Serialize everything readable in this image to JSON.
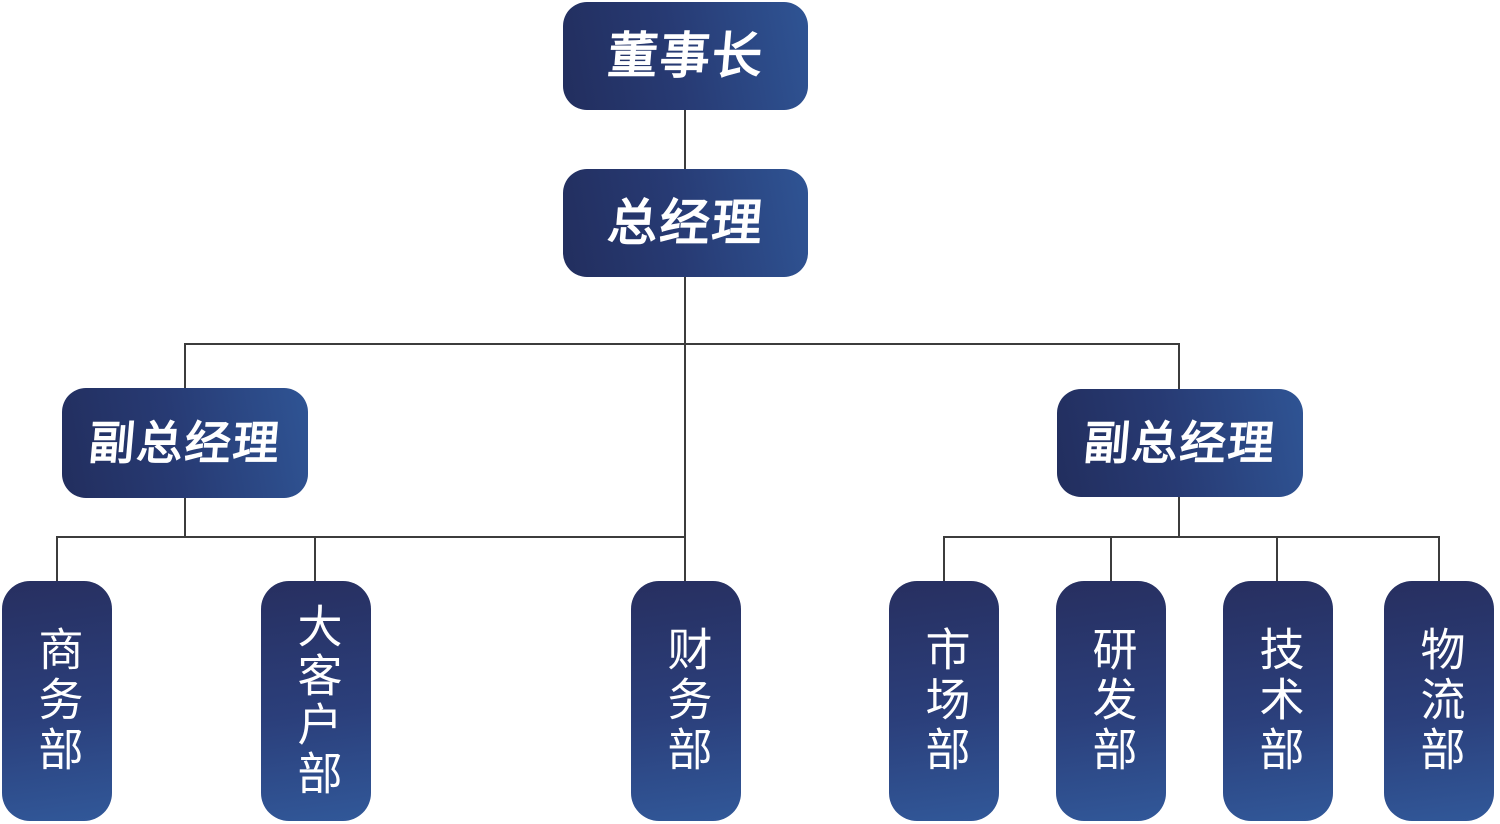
{
  "diagram": {
    "type": "org-chart",
    "language": "zh-CN",
    "background": "#ffffff"
  },
  "nodes": {
    "chairman": {
      "label": "董事长",
      "role": "level-1"
    },
    "gm": {
      "label": "总经理",
      "role": "level-2"
    },
    "vgm_left": {
      "label": "副总经理",
      "role": "level-3"
    },
    "vgm_right": {
      "label": "副总经理",
      "role": "level-3"
    },
    "dept_business": {
      "label": "商务部",
      "role": "department"
    },
    "dept_key_account": {
      "label": "大客户部",
      "role": "department"
    },
    "dept_finance": {
      "label": "财务部",
      "role": "department"
    },
    "dept_marketing": {
      "label": "市场部",
      "role": "department"
    },
    "dept_rd": {
      "label": "研发部",
      "role": "department"
    },
    "dept_tech": {
      "label": "技术部",
      "role": "department"
    },
    "dept_logistics": {
      "label": "物流部",
      "role": "department"
    }
  },
  "structure": {
    "edges": [
      {
        "parent": "chairman",
        "child": "gm"
      },
      {
        "parent": "gm",
        "child": "vgm_left"
      },
      {
        "parent": "gm",
        "child": "dept_finance"
      },
      {
        "parent": "gm",
        "child": "vgm_right"
      },
      {
        "parent": "vgm_left",
        "child": "dept_business"
      },
      {
        "parent": "vgm_left",
        "child": "dept_key_account"
      },
      {
        "parent": "vgm_right",
        "child": "dept_marketing"
      },
      {
        "parent": "vgm_right",
        "child": "dept_rd"
      },
      {
        "parent": "vgm_right",
        "child": "dept_tech"
      },
      {
        "parent": "vgm_right",
        "child": "dept_logistics"
      }
    ]
  },
  "colors": {
    "box_gradient_dark": "#222e5e",
    "box_gradient_light": "#2f5494",
    "vbox_gradient_top": "#272f60",
    "vbox_gradient_bottom": "#315899",
    "connector_line": "#3c3c3c",
    "text": "#ffffff",
    "background": "#ffffff"
  }
}
